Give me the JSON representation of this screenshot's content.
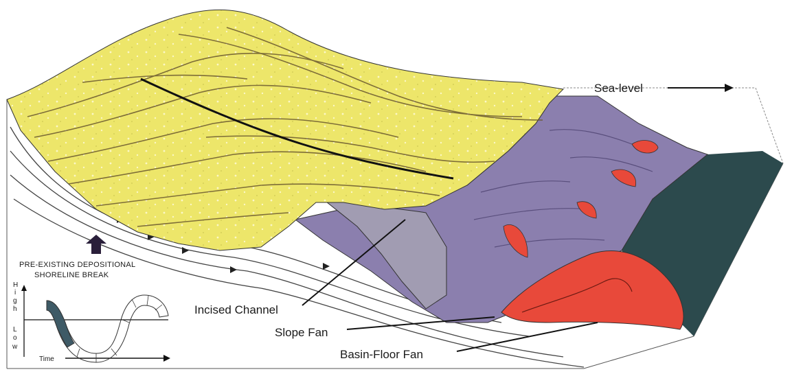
{
  "labels": {
    "sea_level": "Sea-level",
    "shoreline_break_line1": "PRE-EXISTING DEPOSITIONAL",
    "shoreline_break_line2": "SHORELINE BREAK",
    "incised_channel": "Incised Channel",
    "slope_fan": "Slope Fan",
    "basin_floor_fan": "Basin-Floor Fan"
  },
  "sea_level_curve": {
    "axis_high": "High",
    "axis_low": "Low",
    "axis_time": "Time",
    "axis_high_letters": [
      "H",
      "i",
      "g",
      "h"
    ],
    "axis_low_letters": [
      "L",
      "o",
      "w"
    ]
  },
  "colors": {
    "shelf_sand": "#ede66a",
    "slope_mud": "#8b7fae",
    "incised_fill": "#a19cb2",
    "fan_red": "#e8493a",
    "deep_water": "#2c4a4d",
    "outline": "#222222",
    "curve_highlight": "#3e5a66"
  }
}
